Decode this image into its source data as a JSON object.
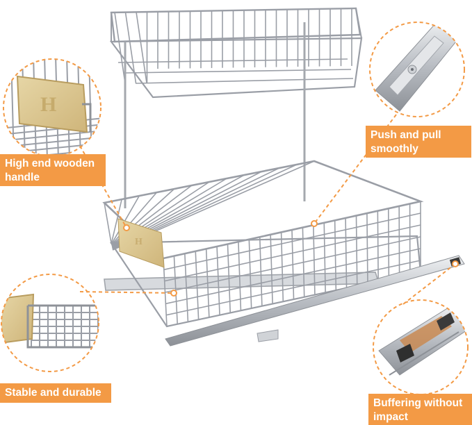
{
  "callouts": {
    "wooden_handle": "High end wooden\nhandle",
    "push_pull": "Push and pull\nsmoothly",
    "stable": "Stable and durable",
    "buffering": "Buffering without\nimpact"
  },
  "colors": {
    "accent": "#f39a45",
    "wire": "#9a9ea6",
    "wood": "#dcc690",
    "rail": "#c9ccd1"
  }
}
